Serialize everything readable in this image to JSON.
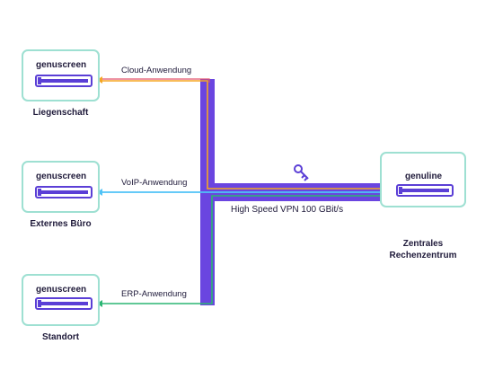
{
  "devices": [
    {
      "id": "liegenschaft",
      "device": "genuscreen",
      "site": "Liegenschaft",
      "connection": "Cloud-Anwendung"
    },
    {
      "id": "buero",
      "device": "genuscreen",
      "site": "Externes Büro",
      "connection": "VoIP-Anwendung"
    },
    {
      "id": "standort",
      "device": "genuscreen",
      "site": "Standort",
      "connection": "ERP-Anwendung"
    }
  ],
  "datacenter": {
    "device": "genuline",
    "site_line1": "Zentrales",
    "site_line2": "Rechenzentrum"
  },
  "vpn_label": "High Speed VPN 100 GBit/s",
  "colors": {
    "box_border": "#9ee0d2",
    "device_purple": "#5b3fd6",
    "trunk": "#5b3fd6",
    "cloud": "#f5a623",
    "voip": "#4fc3f7",
    "erp": "#2bb673",
    "key": "#5b3fd6"
  }
}
